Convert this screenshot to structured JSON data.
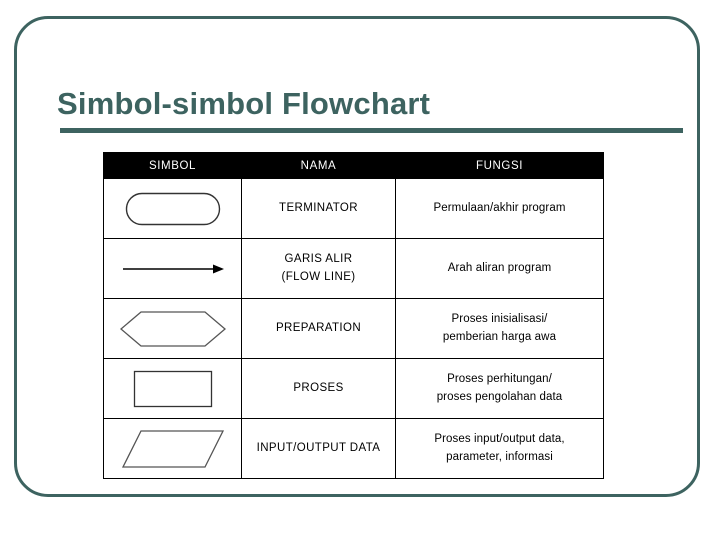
{
  "slide": {
    "title": "Simbol-simbol Flowchart",
    "accent_color": "#3d6360",
    "background_color": "#ffffff",
    "frame_shape": "rounded-rectangle-border"
  },
  "table": {
    "header_background": "#000000",
    "header_text_color": "#ffffff",
    "columns": [
      "SIMBOL",
      "NAMA",
      "FUNGSI"
    ],
    "rows": [
      {
        "symbol_icon": "terminator-rounded-rectangle-icon",
        "nama": "TERMINATOR",
        "fungsi_lines": [
          "Permulaan/akhir program"
        ]
      },
      {
        "symbol_icon": "flow-line-arrow-icon",
        "nama_lines": [
          "GARIS ALIR",
          "(FLOW LINE)"
        ],
        "nama": "GARIS ALIR (FLOW LINE)",
        "fungsi_lines": [
          "Arah aliran program"
        ]
      },
      {
        "symbol_icon": "preparation-hexagon-icon",
        "nama": "PREPARATION",
        "fungsi_lines": [
          "Proses inisialisasi/",
          "pemberian harga awa"
        ]
      },
      {
        "symbol_icon": "process-rectangle-icon",
        "nama": "PROSES",
        "fungsi_lines": [
          "Proses perhitungan/",
          "proses pengolahan data"
        ]
      },
      {
        "symbol_icon": "input-output-parallelogram-icon",
        "nama": "INPUT/OUTPUT DATA",
        "fungsi_lines": [
          "Proses input/output data,",
          "parameter, informasi"
        ]
      }
    ]
  }
}
